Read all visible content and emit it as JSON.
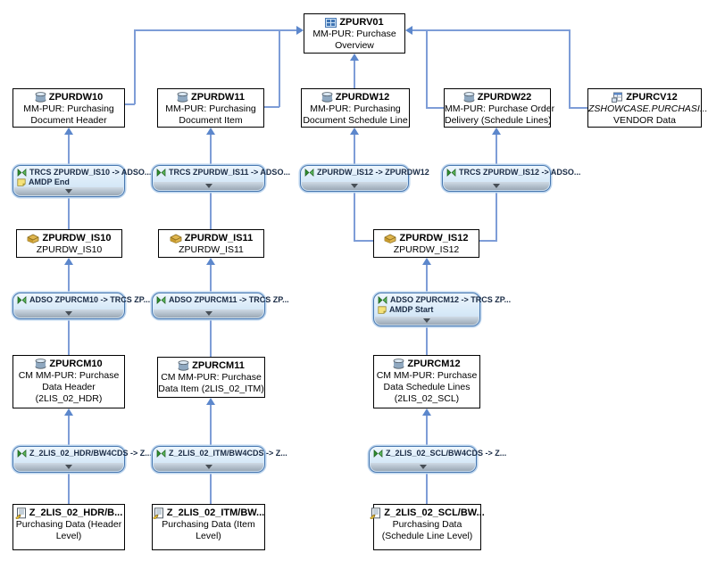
{
  "colors": {
    "connector": "#7e9dd7",
    "arrowhead": "#5c87cc",
    "node_border": "#000000",
    "transform_border": "#4878b0",
    "transform_fill": "#d7e9f8"
  },
  "nodes": {
    "zpurv01": {
      "icon": "composite-provider-icon",
      "title": "ZPURV01",
      "lines": [
        "MM-PUR: Purchase",
        "Overview"
      ]
    },
    "zpurdw10": {
      "icon": "adso-icon",
      "title": "ZPURDW10",
      "lines": [
        "MM-PUR: Purchasing",
        "Document Header"
      ]
    },
    "zpurdw11": {
      "icon": "adso-icon",
      "title": "ZPURDW11",
      "lines": [
        "MM-PUR: Purchasing",
        "Document Item"
      ]
    },
    "zpurdw12": {
      "icon": "adso-icon",
      "title": "ZPURDW12",
      "lines": [
        "MM-PUR: Purchasing",
        "Document Schedule Line"
      ]
    },
    "zpurdw22": {
      "icon": "adso-icon",
      "title": "ZPURDW22",
      "lines": [
        "MM-PUR: Purchase Order",
        "Delivery (Schedule Lines)"
      ]
    },
    "zpurcv12": {
      "icon": "open-ods-view-icon",
      "title": "ZPURCV12",
      "lines": [
        "ZSHOWCASE.PURCHASI...",
        "VENDOR Data"
      ]
    },
    "is10": {
      "icon": "infosource-icon",
      "title": "ZPURDW_IS10",
      "lines": [
        "ZPURDW_IS10"
      ]
    },
    "is11": {
      "icon": "infosource-icon",
      "title": "ZPURDW_IS11",
      "lines": [
        "ZPURDW_IS11"
      ]
    },
    "is12": {
      "icon": "infosource-icon",
      "title": "ZPURDW_IS12",
      "lines": [
        "ZPURDW_IS12"
      ]
    },
    "cm10": {
      "icon": "adso-icon",
      "title": "ZPURCM10",
      "lines": [
        "CM MM-PUR: Purchase",
        "Data Header",
        "(2LIS_02_HDR)"
      ]
    },
    "cm11": {
      "icon": "adso-icon",
      "title": "ZPURCM11",
      "lines": [
        "CM MM-PUR: Purchase",
        "Data Item (2LIS_02_ITM)"
      ]
    },
    "cm12": {
      "icon": "adso-icon",
      "title": "ZPURCM12",
      "lines": [
        "CM MM-PUR: Purchase",
        "Data Schedule Lines",
        "(2LIS_02_SCL)"
      ]
    },
    "ds_hdr": {
      "icon": "datasource-icon",
      "title": "Z_2LIS_02_HDR/B...",
      "lines": [
        "Purchasing Data (Header",
        "Level)"
      ]
    },
    "ds_itm": {
      "icon": "datasource-icon",
      "title": "Z_2LIS_02_ITM/BW...",
      "lines": [
        "Purchasing Data (Item",
        "Level)"
      ]
    },
    "ds_scl": {
      "icon": "datasource-icon",
      "title": "Z_2LIS_02_SCL/BW...",
      "lines": [
        "Purchasing Data",
        "(Schedule Line Level)"
      ]
    }
  },
  "transformations": {
    "t1": {
      "label": "TRCS ZPURDW_IS10 -> ADSO...",
      "amdp": "AMDP End"
    },
    "t2": {
      "label": "TRCS ZPURDW_IS11 -> ADSO..."
    },
    "t3": {
      "label": "ZPURDW_IS12 -> ZPURDW12"
    },
    "t4": {
      "label": "TRCS ZPURDW_IS12 -> ADSO..."
    },
    "t5": {
      "label": "ADSO ZPURCM10 -> TRCS ZP..."
    },
    "t6": {
      "label": "ADSO ZPURCM11 -> TRCS ZP..."
    },
    "t7": {
      "label": "ADSO ZPURCM12 -> TRCS ZP...",
      "amdp": "AMDP Start"
    },
    "t8": {
      "label": "Z_2LIS_02_HDR/BW4CDS -> Z..."
    },
    "t9": {
      "label": "Z_2LIS_02_ITM/BW4CDS -> Z..."
    },
    "t10": {
      "label": "Z_2LIS_02_SCL/BW4CDS -> Z..."
    }
  }
}
